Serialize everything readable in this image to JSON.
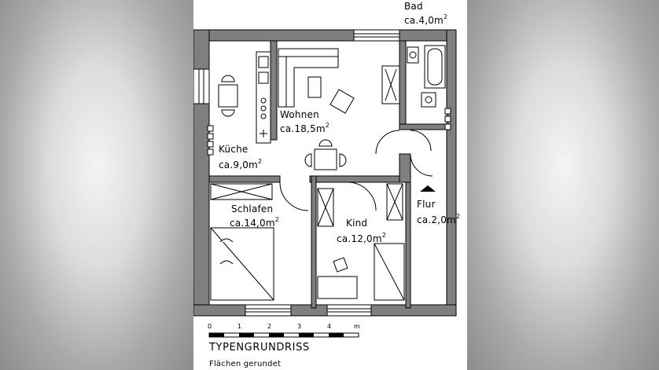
{
  "rooms": {
    "bad": {
      "name": "Bad",
      "area": "ca.4,0m",
      "unit_sup": "2"
    },
    "wohnen": {
      "name": "Wohnen",
      "area": "ca.18,5m",
      "unit_sup": "2"
    },
    "kueche": {
      "name": "Küche",
      "area": "ca.9,0m",
      "unit_sup": "2"
    },
    "schlafen": {
      "name": "Schlafen",
      "area": "ca.14,0m",
      "unit_sup": "2"
    },
    "kind": {
      "name": "Kind",
      "area": "ca.12,0m",
      "unit_sup": "2"
    },
    "flur": {
      "name": "Flur",
      "area": "ca.2,0m",
      "unit_sup": "2"
    }
  },
  "scale_bar": {
    "ticks": [
      "0",
      "1",
      "2",
      "3",
      "4",
      "m"
    ]
  },
  "caption": {
    "title": "TYPENGRUNDRISS",
    "subtitle": "Flächen gerundet"
  },
  "colors": {
    "wall": "#7f7f7f",
    "line": "#000000",
    "paper": "#ffffff"
  }
}
